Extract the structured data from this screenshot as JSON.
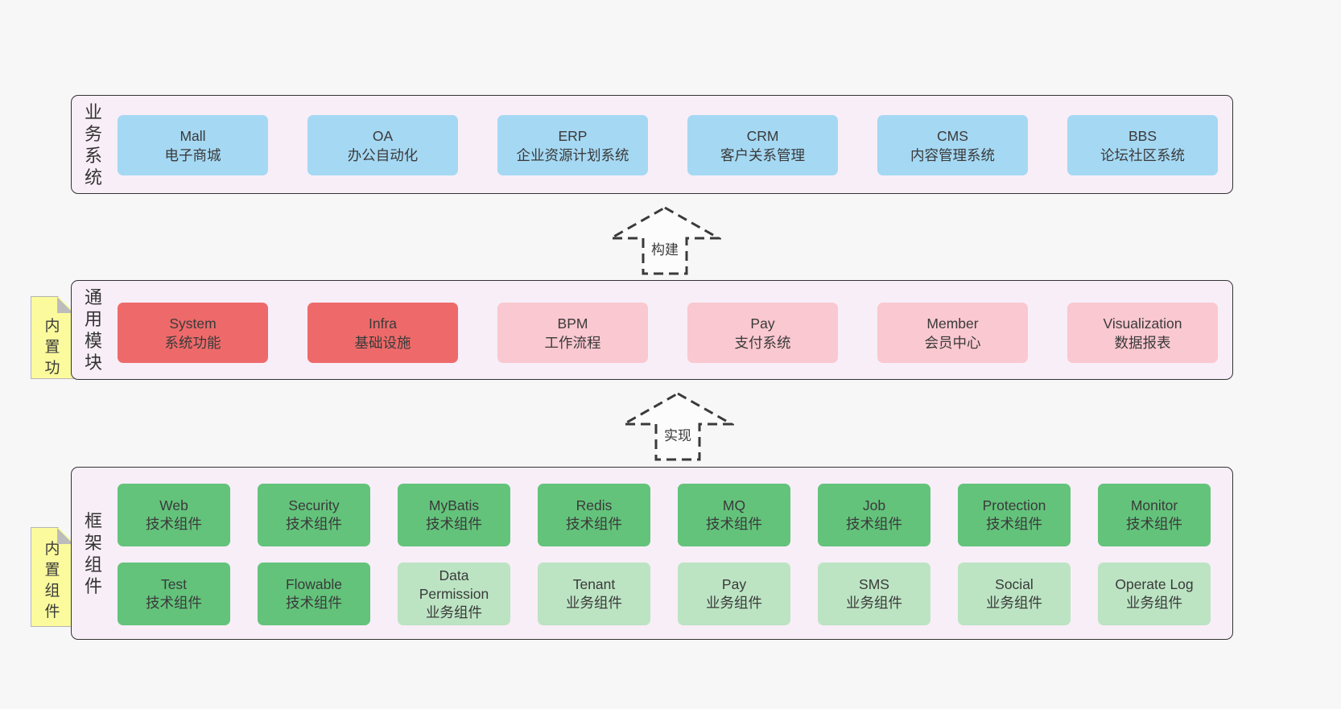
{
  "layers": [
    {
      "label": "业务系统",
      "boxes": [
        {
          "title": "Mall",
          "subtitle": "电子商城"
        },
        {
          "title": "OA",
          "subtitle": "办公自动化"
        },
        {
          "title": "ERP",
          "subtitle": "企业资源计划系统"
        },
        {
          "title": "CRM",
          "subtitle": "客户关系管理"
        },
        {
          "title": "CMS",
          "subtitle": "内容管理系统"
        },
        {
          "title": "BBS",
          "subtitle": "论坛社区系统"
        }
      ]
    },
    {
      "label": "通用模块",
      "note": "内置功能",
      "boxes": [
        {
          "title": "System",
          "subtitle": "系统功能"
        },
        {
          "title": "Infra",
          "subtitle": "基础设施"
        },
        {
          "title": "BPM",
          "subtitle": "工作流程"
        },
        {
          "title": "Pay",
          "subtitle": "支付系统"
        },
        {
          "title": "Member",
          "subtitle": "会员中心"
        },
        {
          "title": "Visualization",
          "subtitle": "数据报表"
        }
      ]
    },
    {
      "label": "框架组件",
      "note": "内置组件",
      "rows": [
        [
          {
            "title": "Web",
            "subtitle": "技术组件"
          },
          {
            "title": "Security",
            "subtitle": "技术组件"
          },
          {
            "title": "MyBatis",
            "subtitle": "技术组件"
          },
          {
            "title": "Redis",
            "subtitle": "技术组件"
          },
          {
            "title": "MQ",
            "subtitle": "技术组件"
          },
          {
            "title": "Job",
            "subtitle": "技术组件"
          },
          {
            "title": "Protection",
            "subtitle": "技术组件"
          },
          {
            "title": "Monitor",
            "subtitle": "技术组件"
          }
        ],
        [
          {
            "title": "Test",
            "subtitle": "技术组件"
          },
          {
            "title": "Flowable",
            "subtitle": "技术组件"
          },
          {
            "title": "Data Permission",
            "subtitle": "业务组件"
          },
          {
            "title": "Tenant",
            "subtitle": "业务组件"
          },
          {
            "title": "Pay",
            "subtitle": "业务组件"
          },
          {
            "title": "SMS",
            "subtitle": "业务组件"
          },
          {
            "title": "Social",
            "subtitle": "业务组件"
          },
          {
            "title": "Operate Log",
            "subtitle": "业务组件"
          }
        ]
      ]
    }
  ],
  "arrows": [
    {
      "label": "构建"
    },
    {
      "label": "实现"
    }
  ],
  "colors": {
    "page_bg": "#f7f7f7",
    "panel_bg": "#f8eef7",
    "panel_border": "#333333",
    "blue_box": "#a5d8f3",
    "red_box": "#ee6a6a",
    "pink_box": "#fac8d0",
    "green_box": "#63c37b",
    "light_green_box": "#bce4c3",
    "sticky_note": "#fbfb9d",
    "text": "#3a3a3a"
  }
}
